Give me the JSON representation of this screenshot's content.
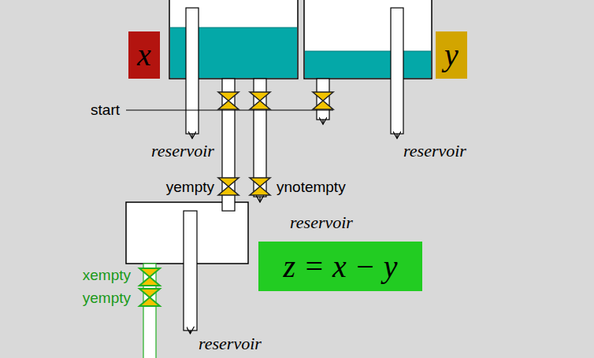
{
  "diagram": {
    "nodes": [
      {
        "text": [
          "x"
        ]
      },
      {
        "text": [
          "y"
        ]
      },
      {
        "text": [
          "z = x − y"
        ]
      }
    ],
    "labels": [
      "start",
      "reservoir",
      "reservoir",
      "yempty",
      "ynotempty",
      "reservoir",
      "xempty",
      "yempty",
      "reservoir"
    ]
  }
}
